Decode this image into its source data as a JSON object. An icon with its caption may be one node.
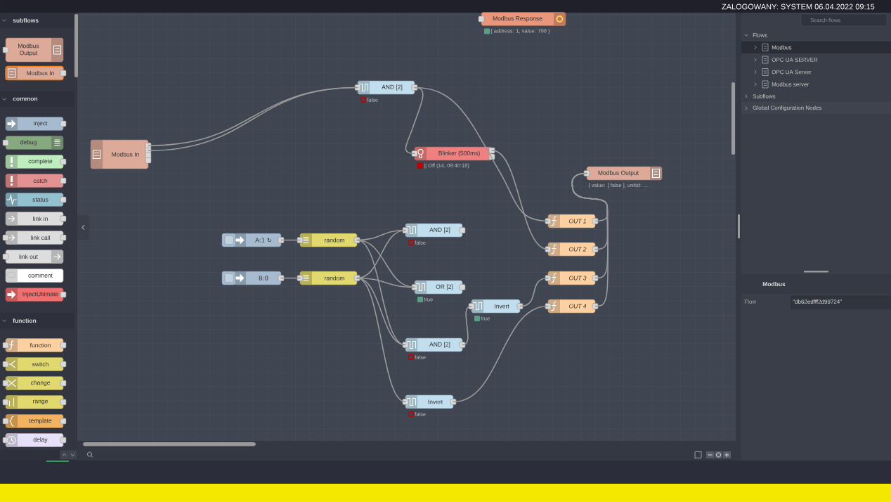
{
  "diagram": {
    "nodes": [
      {
        "text": [
          "Modbus Output"
        ]
      },
      {
        "text": [
          "Modbus In"
        ]
      },
      {
        "text": [
          "inject"
        ]
      },
      {
        "text": [
          "debug"
        ]
      },
      {
        "text": [
          "complete"
        ]
      },
      {
        "text": [
          "catch"
        ]
      },
      {
        "text": [
          "status"
        ]
      },
      {
        "text": [
          "link in"
        ]
      },
      {
        "text": [
          "link call"
        ]
      },
      {
        "text": [
          "link out"
        ]
      },
      {
        "text": [
          "comment"
        ]
      },
      {
        "text": [
          "InjectUltimate"
        ]
      },
      {
        "text": [
          "function"
        ]
      },
      {
        "text": [
          "switch"
        ]
      },
      {
        "text": [
          "change"
        ]
      },
      {
        "text": [
          "range"
        ]
      },
      {
        "text": [
          "template"
        ]
      },
      {
        "text": [
          "delay"
        ]
      },
      {
        "text": [
          "Modbus Response"
        ],
        "beside": [
          "{ address: 1, value: 798 }"
        ]
      },
      {
        "text": [
          "Modbus In"
        ]
      },
      {
        "text": [
          "AND [2]"
        ],
        "beside": [
          "false"
        ]
      },
      {
        "text": [
          "Blinker (500ms)"
        ],
        "beside": [
          "|| Off (14, 08:40:18)"
        ]
      },
      {
        "text": [
          "Modbus Output"
        ],
        "beside": [
          "{ value: [ false ], unitid: ..."
        ]
      },
      {
        "text": [
          "A:1 ↻"
        ]
      },
      {
        "text": [
          "B:0"
        ]
      },
      {
        "text": [
          "random"
        ]
      },
      {
        "text": [
          "random"
        ]
      },
      {
        "text": [
          "AND [2]"
        ],
        "beside": [
          "false"
        ]
      },
      {
        "text": [
          "OR [2]"
        ],
        "beside": [
          "true"
        ]
      },
      {
        "text": [
          "Invert"
        ],
        "beside": [
          "true"
        ]
      },
      {
        "text": [
          "AND [2]"
        ],
        "beside": [
          "false"
        ]
      },
      {
        "text": [
          "Invert"
        ],
        "beside": [
          "false"
        ]
      },
      {
        "text": [
          "OUT 1"
        ]
      },
      {
        "text": [
          "OUT 2"
        ]
      },
      {
        "text": [
          "OUT 3"
        ]
      },
      {
        "text": [
          "OUT 4"
        ]
      }
    ],
    "edges": [
      {
        "from": 19,
        "to": 20,
        "arrow": "none"
      },
      {
        "from": 19,
        "to": 20,
        "arrow": "none"
      },
      {
        "from": 20,
        "to": 21,
        "arrow": "none"
      },
      {
        "from": 20,
        "to": 32,
        "arrow": "none"
      },
      {
        "from": 21,
        "to": 33,
        "arrow": "none"
      },
      {
        "from": 23,
        "to": 25,
        "arrow": "none"
      },
      {
        "from": 24,
        "to": 26,
        "arrow": "none"
      },
      {
        "from": 25,
        "to": 27,
        "arrow": "none"
      },
      {
        "from": 25,
        "to": 28,
        "arrow": "none"
      },
      {
        "from": 25,
        "to": 30,
        "arrow": "none"
      },
      {
        "from": 26,
        "to": 27,
        "arrow": "none"
      },
      {
        "from": 26,
        "to": 28,
        "arrow": "none"
      },
      {
        "from": 26,
        "to": 30,
        "arrow": "none"
      },
      {
        "from": 26,
        "to": 31,
        "arrow": "none"
      },
      {
        "from": 30,
        "to": 29,
        "arrow": "none"
      },
      {
        "from": 29,
        "to": 34,
        "arrow": "none"
      },
      {
        "from": 31,
        "to": 35,
        "arrow": "none"
      },
      {
        "from": 32,
        "to": 22,
        "arrow": "none"
      },
      {
        "from": 33,
        "to": 22,
        "arrow": "none"
      },
      {
        "from": 34,
        "to": 22,
        "arrow": "none"
      },
      {
        "from": 35,
        "to": 22,
        "arrow": "none"
      }
    ],
    "labels": [
      "ZALOGOWANY: SYSTEM 06.04.2022 09:15",
      "subflows",
      "common",
      "function",
      "Search flows",
      "Flows",
      "Modbus",
      "OPC UA SERVER",
      "OPC UA Server",
      "Modbus server",
      "Subflows",
      "Global Configuration Nodes",
      "Modbus",
      "Flow",
      "\"db62edfff2d99724\""
    ]
  }
}
